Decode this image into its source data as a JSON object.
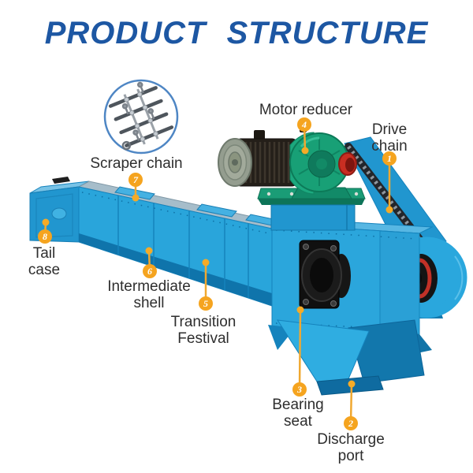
{
  "title": "PRODUCT STRUCTURE",
  "labels": {
    "drive_chain": {
      "num": "1",
      "line1": "Drive",
      "line2": "chain"
    },
    "discharge_port": {
      "num": "2",
      "line1": "Discharge",
      "line2": "port"
    },
    "bearing_seat": {
      "num": "3",
      "line1": "Bearing",
      "line2": "seat"
    },
    "motor_reducer": {
      "num": "4",
      "line1": "Motor reducer",
      "line2": ""
    },
    "transition_festival": {
      "num": "5",
      "line1": "Transition",
      "line2": "Festival"
    },
    "intermediate_shell": {
      "num": "6",
      "line1": "Intermediate",
      "line2": "shell"
    },
    "scraper_chain": {
      "num": "7",
      "line1": "Scraper chain",
      "line2": ""
    },
    "tail_case": {
      "num": "8",
      "line1": "Tail",
      "line2": "case"
    }
  },
  "inset": {
    "subject": "scraper-chain-detail"
  },
  "illustration": "scraper-chain-conveyor",
  "colors": {
    "title_blue": "#1d57a3",
    "machine_blue": "#2aa7de",
    "machine_blue_dark": "#1076ad",
    "machine_blue_light": "#79c3e6",
    "badge_orange": "#f5a41f",
    "leader_yellow": "#f0a830",
    "reducer_green": "#18a076",
    "coupling_red": "#c92e22",
    "inset_ring_blue": "#4e86c4",
    "label_text": "#2e2e2e"
  }
}
